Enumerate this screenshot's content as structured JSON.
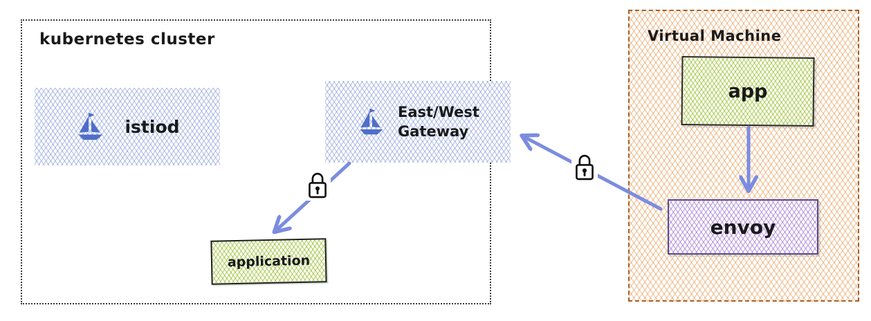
{
  "kubernetes_cluster": {
    "label": "kubernetes cluster",
    "istiod_label": "istiod",
    "gateway_label": "East/West Gateway",
    "application_label": "application"
  },
  "virtual_machine": {
    "label": "Virtual Machine",
    "app_label": "app",
    "envoy_label": "envoy"
  },
  "edges": [
    {
      "from": "east-west-gateway",
      "to": "application",
      "lock": true
    },
    {
      "from": "app",
      "to": "envoy",
      "lock": false
    },
    {
      "from": "envoy",
      "to": "east-west-gateway",
      "lock": true
    }
  ],
  "icons": {
    "sailboat": "sailboat-icon (Istio sail/boat glyph)",
    "lock": "padlock-icon (mTLS secured connection)"
  },
  "colors": {
    "arrow": "#7b8ce0",
    "istio_hatch_blue": "#8094d8",
    "green_hatch": "#96be28",
    "purple_hatch": "#9669d2",
    "orange_hatch": "#e1914e",
    "vm_border": "#a85f28",
    "boat_blue": "#4e6ec8"
  }
}
